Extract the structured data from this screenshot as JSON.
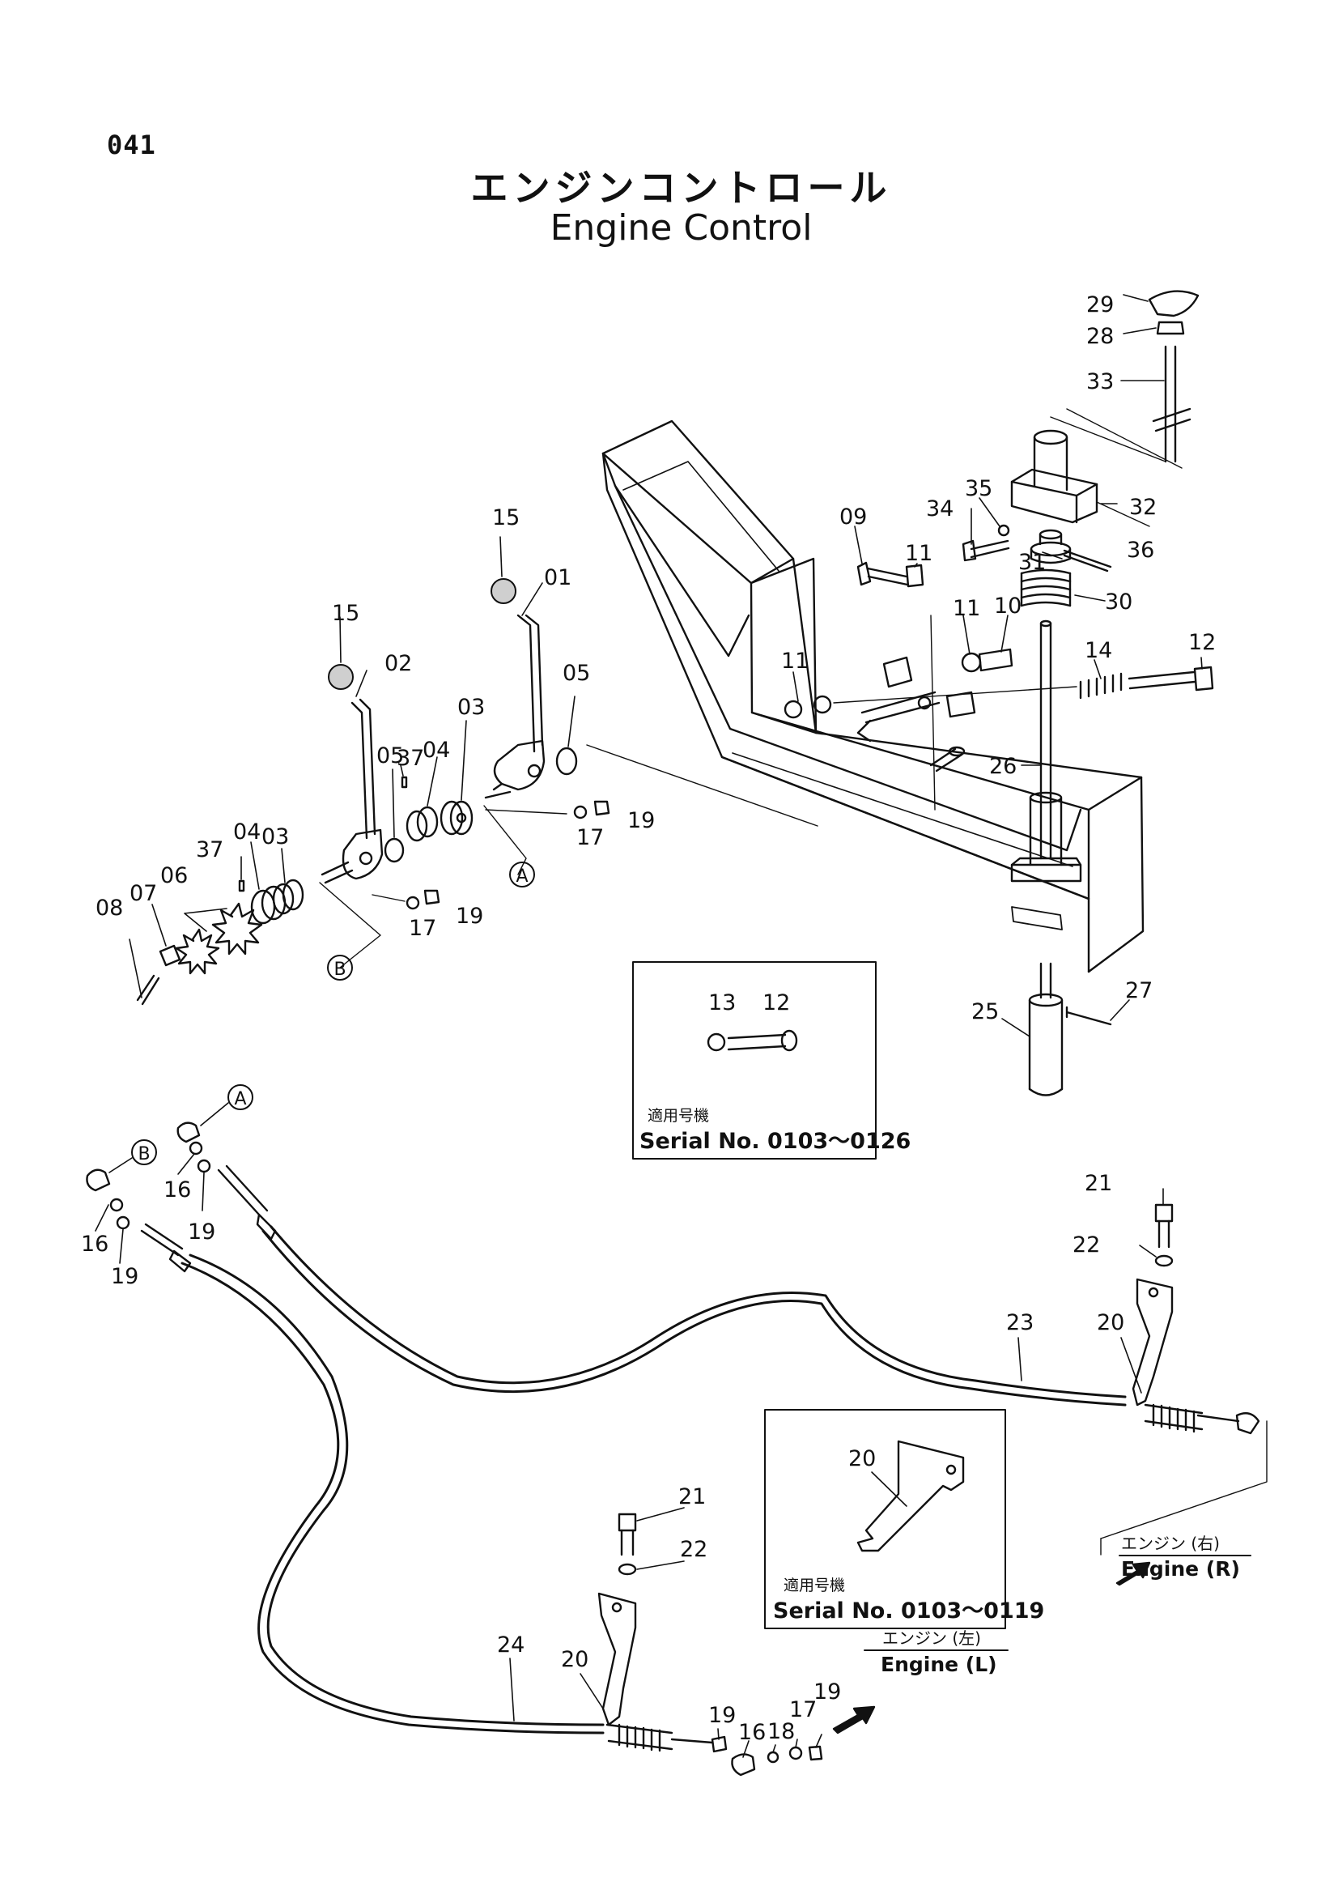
{
  "page_number": "041",
  "title_jp": "エンジンコントロール",
  "title_en": "Engine Control",
  "callouts": [
    {
      "id": "c29",
      "text": "29"
    },
    {
      "id": "c28",
      "text": "28"
    },
    {
      "id": "c33",
      "text": "33"
    },
    {
      "id": "c35",
      "text": "35"
    },
    {
      "id": "c34",
      "text": "34"
    },
    {
      "id": "c32",
      "text": "32"
    },
    {
      "id": "c31",
      "text": "31"
    },
    {
      "id": "c36",
      "text": "36"
    },
    {
      "id": "c30",
      "text": "30"
    },
    {
      "id": "c09",
      "text": "09"
    },
    {
      "id": "c11a",
      "text": "11"
    },
    {
      "id": "c11b",
      "text": "11"
    },
    {
      "id": "c10",
      "text": "10"
    },
    {
      "id": "c11c",
      "text": "11"
    },
    {
      "id": "c14",
      "text": "14"
    },
    {
      "id": "c12a",
      "text": "12"
    },
    {
      "id": "c26",
      "text": "26"
    },
    {
      "id": "c27",
      "text": "27"
    },
    {
      "id": "c25",
      "text": "25"
    },
    {
      "id": "c15a",
      "text": "15"
    },
    {
      "id": "c01",
      "text": "01"
    },
    {
      "id": "c05a",
      "text": "05"
    },
    {
      "id": "c17a",
      "text": "17"
    },
    {
      "id": "c19a",
      "text": "19"
    },
    {
      "id": "c15b",
      "text": "15"
    },
    {
      "id": "c02",
      "text": "02"
    },
    {
      "id": "c37a",
      "text": "37"
    },
    {
      "id": "c04a",
      "text": "04"
    },
    {
      "id": "c03a",
      "text": "03"
    },
    {
      "id": "c05b",
      "text": "05"
    },
    {
      "id": "c03b",
      "text": "03"
    },
    {
      "id": "c04b",
      "text": "04"
    },
    {
      "id": "c37b",
      "text": "37"
    },
    {
      "id": "c06",
      "text": "06"
    },
    {
      "id": "c07",
      "text": "07"
    },
    {
      "id": "c08",
      "text": "08"
    },
    {
      "id": "c17b",
      "text": "17"
    },
    {
      "id": "c19b",
      "text": "19"
    },
    {
      "id": "c13",
      "text": "13"
    },
    {
      "id": "c12b",
      "text": "12"
    },
    {
      "id": "c16a",
      "text": "16"
    },
    {
      "id": "c19c",
      "text": "19"
    },
    {
      "id": "c16b",
      "text": "16"
    },
    {
      "id": "c19d",
      "text": "19"
    },
    {
      "id": "c21a",
      "text": "21"
    },
    {
      "id": "c22a",
      "text": "22"
    },
    {
      "id": "c23",
      "text": "23"
    },
    {
      "id": "c20a",
      "text": "20"
    },
    {
      "id": "c20b",
      "text": "20"
    },
    {
      "id": "c21b",
      "text": "21"
    },
    {
      "id": "c22b",
      "text": "22"
    },
    {
      "id": "c24",
      "text": "24"
    },
    {
      "id": "c20c",
      "text": "20"
    },
    {
      "id": "c19e",
      "text": "19"
    },
    {
      "id": "c16c",
      "text": "16"
    },
    {
      "id": "c18",
      "text": "18"
    },
    {
      "id": "c17c",
      "text": "17"
    },
    {
      "id": "c19f",
      "text": "19"
    }
  ],
  "refs": {
    "A": "A",
    "B": "B"
  },
  "serial_box_1": {
    "applicable_jp": "適用号機",
    "serial": "Serial No. 0103〜0126"
  },
  "serial_box_2": {
    "applicable_jp": "適用号機",
    "serial": "Serial No. 0103〜0119"
  },
  "engine_right": {
    "jp": "エンジン (右)",
    "en": "Engine (R)"
  },
  "engine_left": {
    "jp": "エンジン (左)",
    "en": "Engine (L)"
  }
}
